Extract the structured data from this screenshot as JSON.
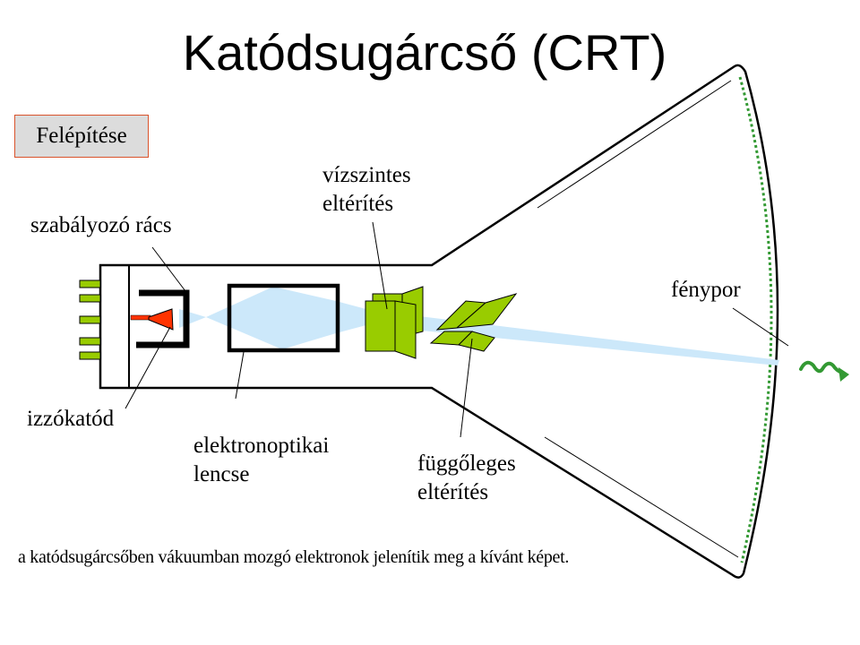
{
  "title": "Katódsugárcső (CRT)",
  "section_badge": "Felépítése",
  "labels": {
    "control_grid": "szabályozó rács",
    "horizontal_deflection": [
      "vízszintes",
      "eltérítés"
    ],
    "phosphor": "fénypor",
    "hot_cathode": "izzókatód",
    "electron_lens": [
      "elektronoptikai",
      "lencse"
    ],
    "vertical_deflection": [
      "függőleges",
      "eltérítés"
    ]
  },
  "caption": "a katódsugárcsőben vákuumban mozgó elektronok jelenítik meg a kívánt képet.",
  "colors": {
    "plate_green": "#99cc00",
    "cathode_red": "#ff3300",
    "beam_blue": "#cce8fa",
    "phosphor_green": "#339933",
    "badge_border": "#d9532c",
    "badge_fill": "#dcdcdc"
  }
}
